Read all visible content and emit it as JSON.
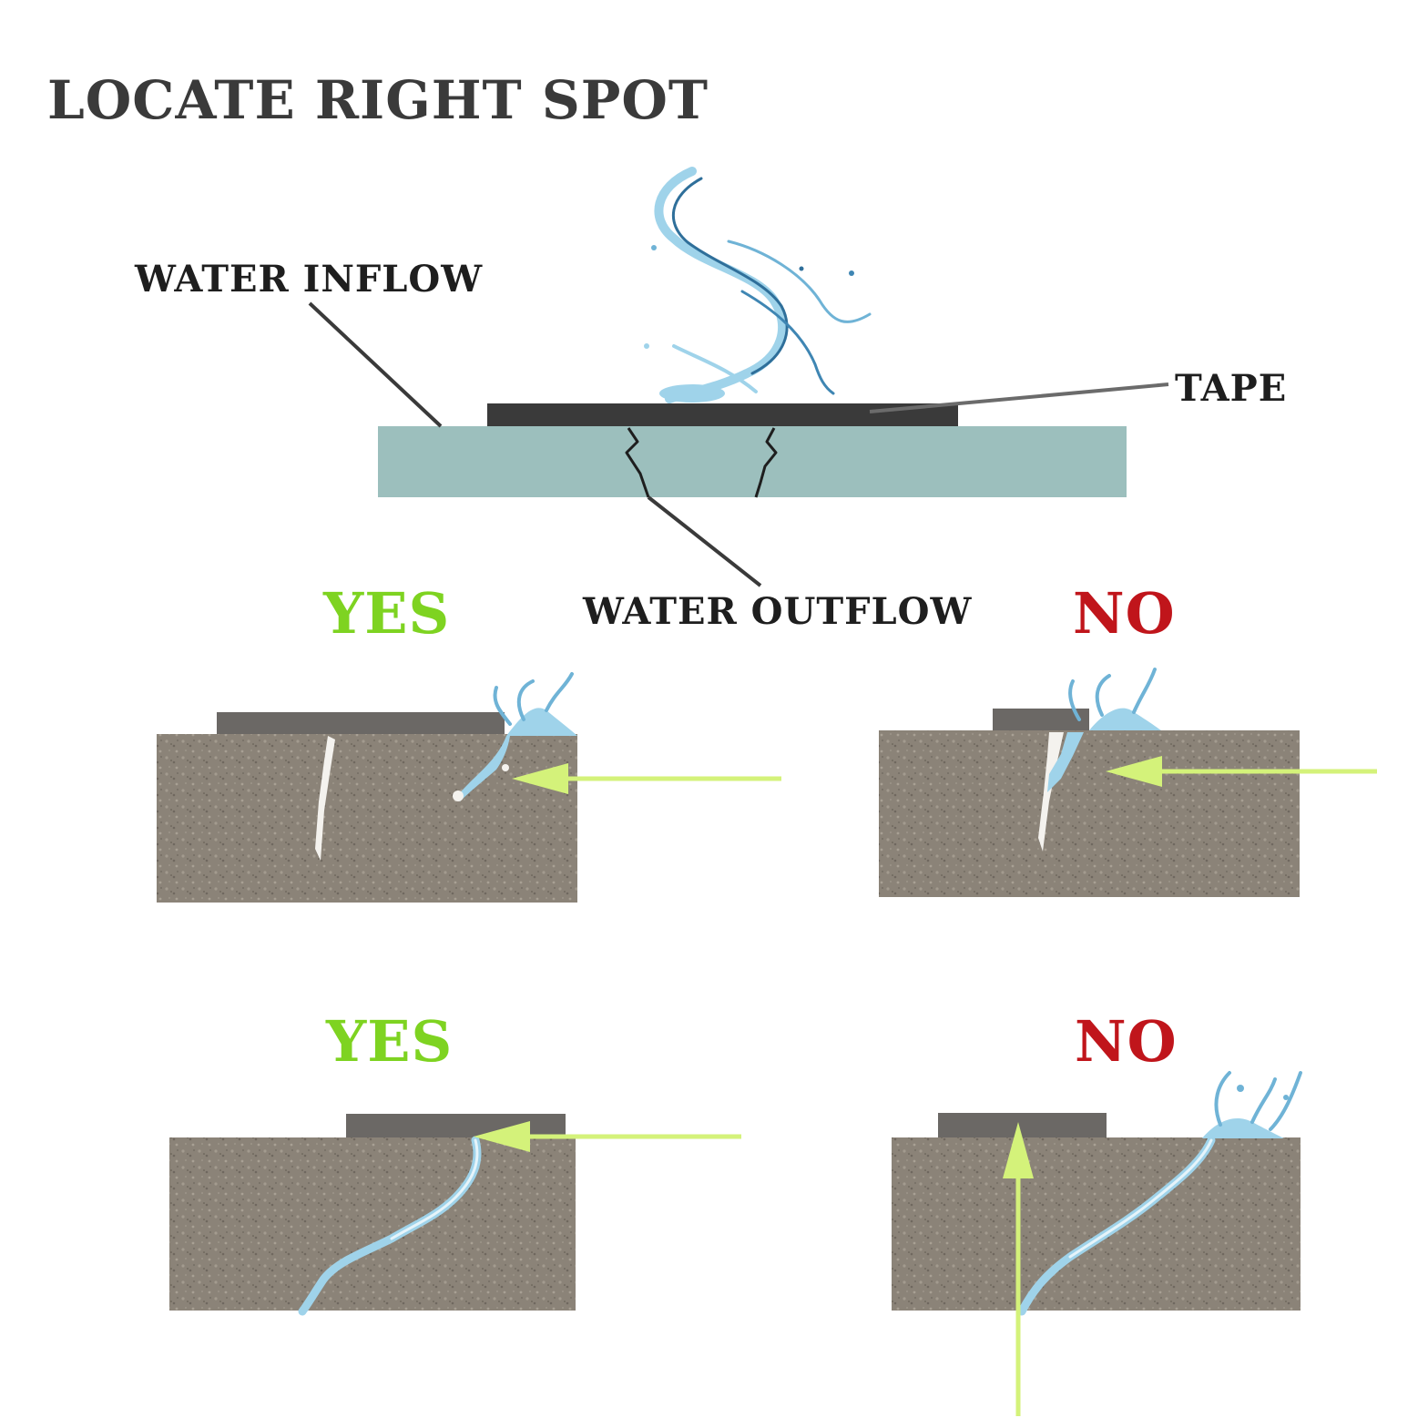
{
  "title": "LOCATE RIGHT SPOT",
  "labels": {
    "water_inflow": "WATER INFLOW",
    "water_outflow": "WATER OUTFLOW",
    "tape": "TAPE"
  },
  "panels": [
    {
      "verdict": "YES"
    },
    {
      "verdict": "NO"
    },
    {
      "verdict": "YES"
    },
    {
      "verdict": "NO"
    }
  ],
  "colors": {
    "text": "#1e1e1e",
    "title": "#3a3a3a",
    "yes": "#7ed321",
    "no": "#c0151b",
    "arrow": "#d4f27a",
    "tape": "#3a3a3a",
    "tape_small": "#6b6865",
    "slab": "#9cbfbd",
    "concrete": "#8b8378",
    "water": "#9fd3ea",
    "water_dark": "#2f6f9a"
  }
}
